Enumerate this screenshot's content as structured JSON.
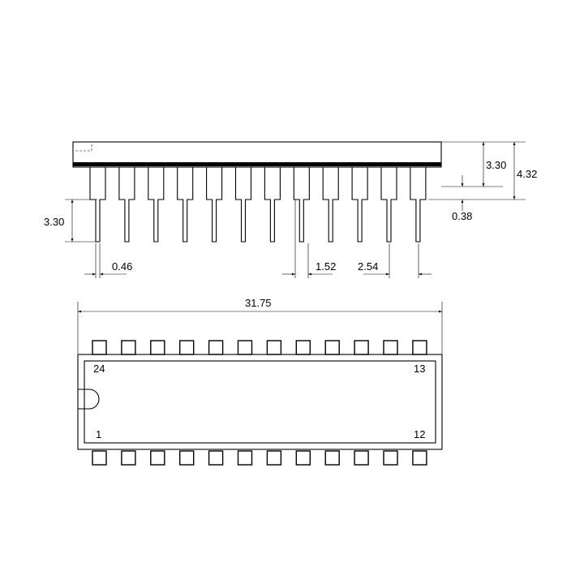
{
  "dimensions": {
    "body_height": "3.30",
    "total_height": "4.32",
    "standoff": "0.38",
    "lead_length": "3.30",
    "lead_width": "0.46",
    "lead_shoulder_width": "1.52",
    "pitch": "2.54",
    "body_length": "31.75"
  },
  "pins": {
    "top_left": "24",
    "top_right": "13",
    "bottom_left": "1",
    "bottom_right": "12"
  },
  "pin_count": 24,
  "pins_per_side": 12
}
